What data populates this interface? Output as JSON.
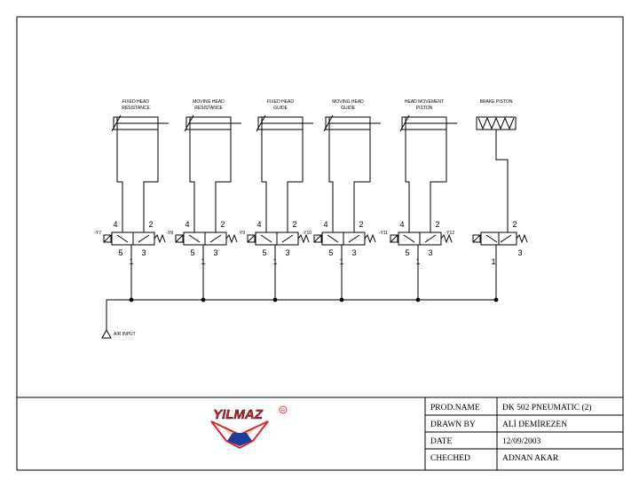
{
  "actuators": [
    {
      "name_line1": "FIXED HEAD",
      "name_line2": "RESISTANCE",
      "signal": "-Y7"
    },
    {
      "name_line1": "MOVING HEAD",
      "name_line2": "RESISTANCE",
      "signal": "-Y8"
    },
    {
      "name_line1": "FIXED HEAD",
      "name_line2": "GUIDE",
      "signal": "-Y9"
    },
    {
      "name_line1": "MOVING HEAD",
      "name_line2": "GUIDE",
      "signal": "-Y10"
    },
    {
      "name_line1": "HEAD MOVEMENT",
      "name_line2": "PISTON",
      "signal": "-Y11"
    },
    {
      "name_line1": "BRAKE PISTON",
      "name_line2": "",
      "signal": "-Y12"
    }
  ],
  "ports": {
    "p4": "4",
    "p2": "2",
    "p5": "5",
    "p3": "3",
    "p1": "1"
  },
  "air_input": "AIR INPUT",
  "logo": {
    "text": "YILMAZ",
    "mark": "R"
  },
  "title_block": [
    {
      "label": "PROD.NAME",
      "value": "DK 502 PNEUMATIC (2)"
    },
    {
      "label": "DRAWN BY",
      "value": "ALİ DEMİREZEN"
    },
    {
      "label": "DATE",
      "value": "12/09/2003"
    },
    {
      "label": "CHECHED",
      "value": "ADNAN AKAR"
    }
  ],
  "colors": {
    "line": "#000000",
    "logo_red": "#d8262b",
    "logo_blue": "#1f3d9a"
  }
}
